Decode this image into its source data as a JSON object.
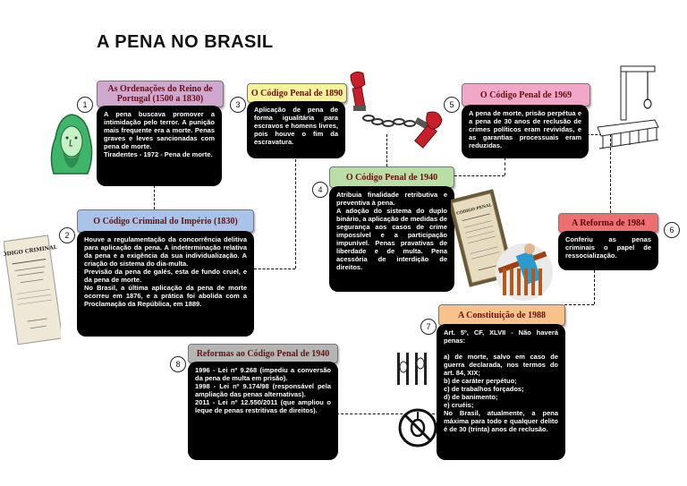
{
  "title": "A PENA NO BRASIL",
  "items": [
    {
      "num": "1",
      "header": "As Ordenações do Reino de Portugal (1500 a 1830)",
      "body": "A pena buscava promover a intimidação pelo terror. A punição mais frequente era a morte. Penas graves e leves sancionadas com pena de morte.\nTiradentes - 1972 - Pena de morte.",
      "color": "#cfa8cf"
    },
    {
      "num": "2",
      "header": "O Código Criminal do Império (1830)",
      "body": "Houve a regulamentação da concorrência delitiva para aplicação da pena. A indeterminação relativa da pena e a exigência da sua individualização. A criação do sistema do dia-multa.\nPrevisão da pena de galés, esta de fundo cruel, e da pena de morte.\nNo Brasil, a última aplicação da pena de morte ocorreu em 1876, e a prática foi abolida com a Proclamação da República, em 1889.",
      "color": "#a9c4e8"
    },
    {
      "num": "3",
      "header": "O Código Penal de 1890",
      "body": "Aplicação de pena de forma igualitária para escravos e homens livres, pois houve o fim da escravatura.",
      "color": "#f6f39a"
    },
    {
      "num": "4",
      "header": "O Código Penal de 1940",
      "body": "Atribuia finalidade retributiva e preventiva à pena.\nA adoção do sistema do duplo binário, a aplicação de medidas de segurança aos casos de crime impossível e a participação impunível. Penas pravativas de liberdade e de multa. Pena acessória de interdição de direitos.",
      "color": "#b9dfa6"
    },
    {
      "num": "5",
      "header": "O Código Penal de 1969",
      "body": "A pena de morte, prisão perpétua e a pena de 30 anos de reclusão de crimes políticos eram revividas, e as garantias processuais eram reduzidas.",
      "color": "#f2a6c8"
    },
    {
      "num": "6",
      "header": "A Reforma de 1984",
      "body": "Conferiu as penas criminais o papel de ressocialização.",
      "color": "#ee6f6f"
    },
    {
      "num": "7",
      "header": "A Constituição de 1988",
      "body": "Art. 5º, CF, XLVII - Não haverá penas:\n\na) de morte, salvo em caso de guerra declarada, nos termos do art. 84, XIX;\nb) de caráter perpétuo;\nc) de trabalhos forçados;\nd) de banimento;\ne) cruéis;\nNo Brasil, atualmente, a pena máxima para todo e qualquer delito é de 30 (trinta) anos de reclusão.",
      "color": "#f7c38a"
    },
    {
      "num": "8",
      "header": "Reformas ao Código Penal de 1940",
      "body": "1996 - Lei nº 9.268 (impediu a conversão da pena de multa em prisão).\n1998 - Lei nº 9.174/98 (responsável pela ampliação das penas alternativas).\n2011 - Lei nº 12.550/2011 (que ampliou o leque de penas restritivas de direitos).",
      "color": "#b5b5b5"
    }
  ],
  "images": {
    "paper1": "CÓDIGO CRIMINAL",
    "paper2": "CÓDIGO PENAL"
  }
}
